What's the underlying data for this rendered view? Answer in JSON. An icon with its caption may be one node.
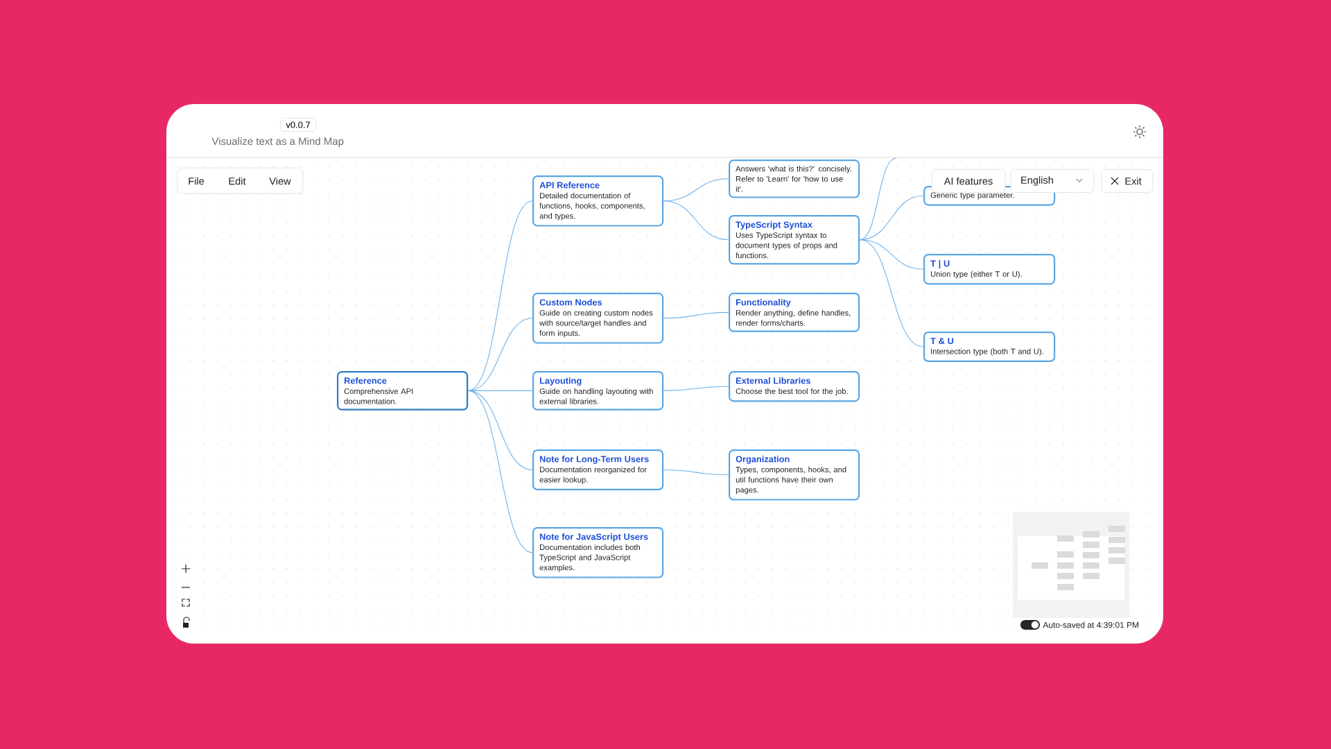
{
  "diagram": {
    "nodes": [
      {
        "text": [
          "Reference",
          "Comprehensive API documentation."
        ]
      },
      {
        "text": [
          "API Reference",
          "Detailed documentation of functions, hooks, components, and types."
        ]
      },
      {
        "text": [
          "Custom Nodes",
          "Guide on creating custom nodes with source/target handles and form inputs."
        ]
      },
      {
        "text": [
          "Layouting",
          "Guide on handling layouting with external libraries."
        ]
      },
      {
        "text": [
          "Note for Long-Term Users",
          "Documentation reorganized for easier lookup."
        ]
      },
      {
        "text": [
          "Note for JavaScript Users",
          "Documentation includes both TypeScript and JavaScript examples."
        ]
      },
      {
        "text": [
          "Answers 'what is this?' concisely. Refer to 'Learn' for 'how to use it'."
        ]
      },
      {
        "text": [
          "TypeScript Syntax",
          "Uses TypeScript syntax to document types of props and functions."
        ]
      },
      {
        "text": [
          "Functionality",
          "Render anything, define handles, render forms/charts."
        ]
      },
      {
        "text": [
          "External Libraries",
          "Choose the best tool for the job."
        ]
      },
      {
        "text": [
          "Organization",
          "Types, components, hooks, and util functions have their own pages."
        ]
      },
      {
        "text": [
          "Generic type parameter."
        ]
      },
      {
        "text": [
          "T | U",
          "Union type (either T or U)."
        ]
      },
      {
        "text": [
          "T & U",
          "Intersection type (both T and U)."
        ]
      }
    ],
    "edges": [
      {
        "from": 0,
        "to": 1,
        "arrow": "none"
      },
      {
        "from": 0,
        "to": 2,
        "arrow": "none"
      },
      {
        "from": 0,
        "to": 3,
        "arrow": "none"
      },
      {
        "from": 0,
        "to": 4,
        "arrow": "none"
      },
      {
        "from": 0,
        "to": 5,
        "arrow": "none"
      },
      {
        "from": 1,
        "to": 6,
        "arrow": "none"
      },
      {
        "from": 1,
        "to": 7,
        "arrow": "none"
      },
      {
        "from": 2,
        "to": 8,
        "arrow": "none"
      },
      {
        "from": 3,
        "to": 9,
        "arrow": "none"
      },
      {
        "from": 4,
        "to": 10,
        "arrow": "none"
      },
      {
        "from": 7,
        "to": null,
        "arrow": "none"
      },
      {
        "from": 7,
        "to": 11,
        "arrow": "none"
      },
      {
        "from": 7,
        "to": 12,
        "arrow": "none"
      },
      {
        "from": 7,
        "to": 13,
        "arrow": "none"
      }
    ],
    "labels": [
      "v0.0.7",
      "Visualize text as a Mind Map",
      "File",
      "Edit",
      "View",
      "AI features",
      "English",
      "Exit",
      "Auto-saved at 4:39:01 PM"
    ]
  }
}
